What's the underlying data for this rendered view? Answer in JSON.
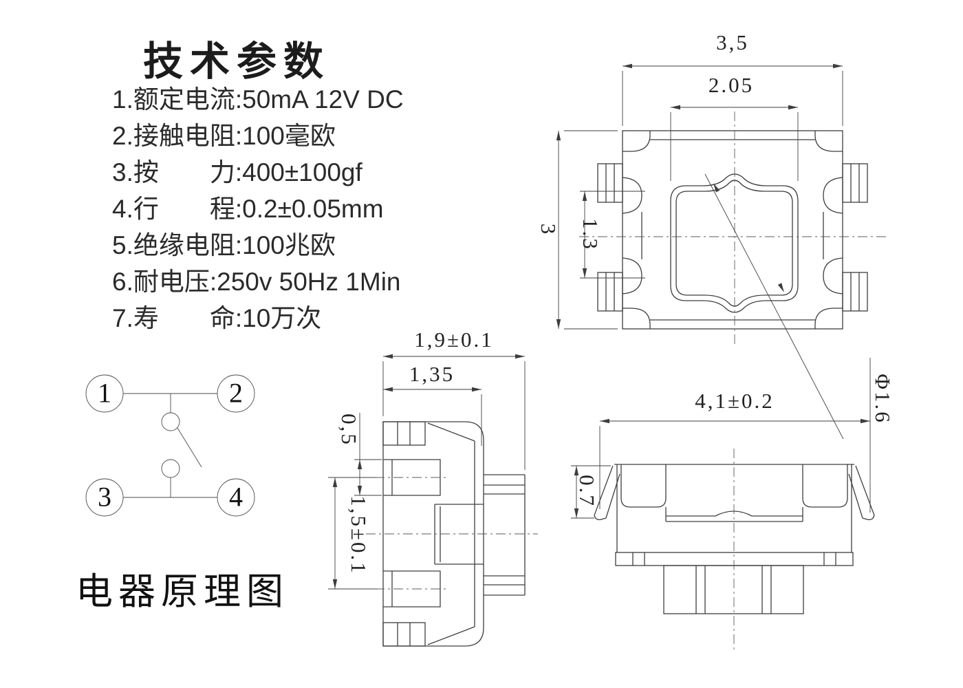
{
  "title": "技术参数",
  "specs": [
    "1.额定电流:50mA 12V DC",
    "2.接触电阻:100毫欧",
    "3.按　　力:400±100gf",
    "4.行　　程:0.2±0.05mm",
    "5.绝缘电阻:100兆欧",
    "6.耐电压:250v 50Hz 1Min",
    "7.寿　　命:10万次"
  ],
  "schematic": {
    "label": "电器原理图",
    "pins": [
      "1",
      "2",
      "3",
      "4"
    ]
  },
  "views": {
    "top": {
      "width": "3,5",
      "button_width": "2.05",
      "height": "3",
      "pad_pitch": "1.3",
      "actuator_diameter": "Φ1.6"
    },
    "side": {
      "overall_height": "1,9±0.1",
      "body_height": "1,35",
      "pin_width": "0,5",
      "pin_pitch": "1,5±0.1"
    },
    "front": {
      "overall_width": "4,1±0.2",
      "lead_height": "0.7"
    }
  }
}
